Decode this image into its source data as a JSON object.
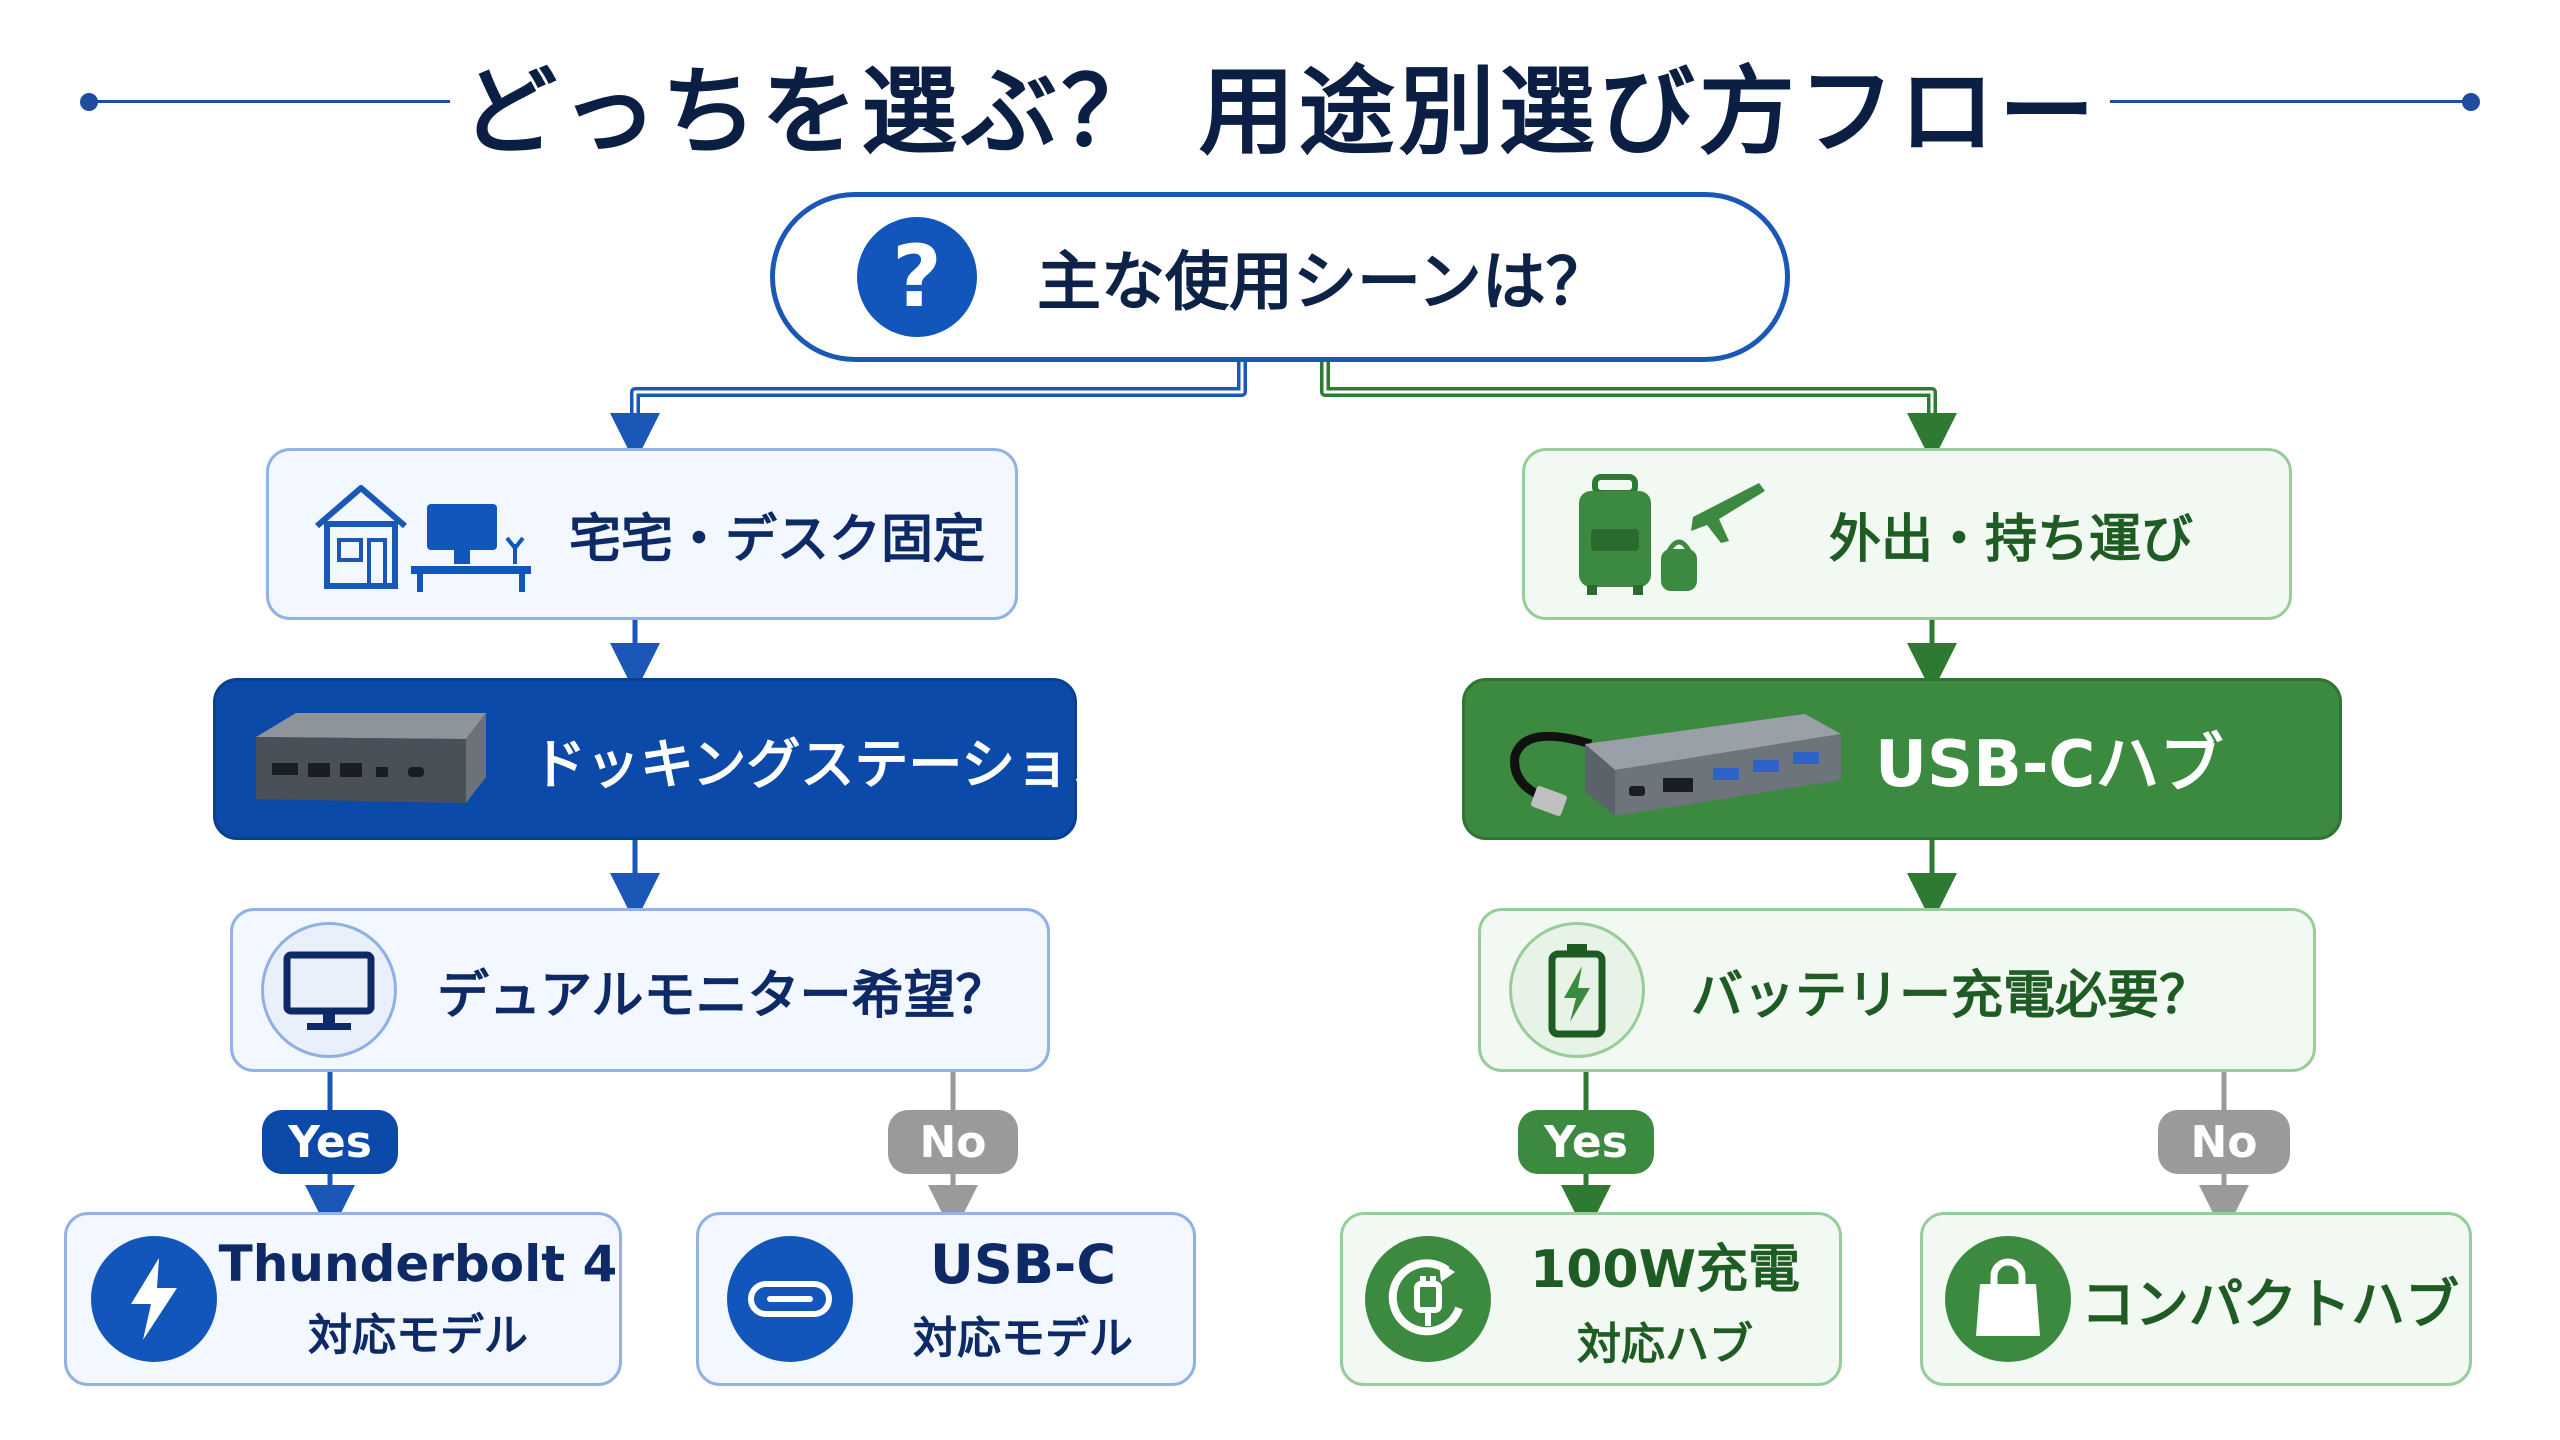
{
  "title": "どっちを選ぶ？ 用途別選び方フロー",
  "question": "主な使用シーンは？",
  "question_icon": "?",
  "left": {
    "scene": "宅宅・デスク固定",
    "product": "ドッキングステーション",
    "sub_question": "デュアルモニター希望？",
    "yes_label": "Yes",
    "no_label": "No",
    "yes_result": {
      "line1": "Thunderbolt 4",
      "line2": "対応モデル"
    },
    "no_result": {
      "line1": "USB-C",
      "line2": "対応モデル"
    }
  },
  "right": {
    "scene": "外出・持ち運び",
    "product": "USB-Cハブ",
    "sub_question": "バッテリー充電必要？",
    "yes_label": "Yes",
    "no_label": "No",
    "yes_result": {
      "line1": "100W充電",
      "line2": "対応ハブ"
    },
    "no_result": {
      "line1": "コンパクトハブ"
    }
  },
  "colors": {
    "blue": "#0b4aa8",
    "blue_light": "#f3f7ff",
    "green": "#3b8a3f",
    "green_light": "#f2f9f2",
    "gray": "#9a9a9a",
    "title": "#0b1f44"
  }
}
